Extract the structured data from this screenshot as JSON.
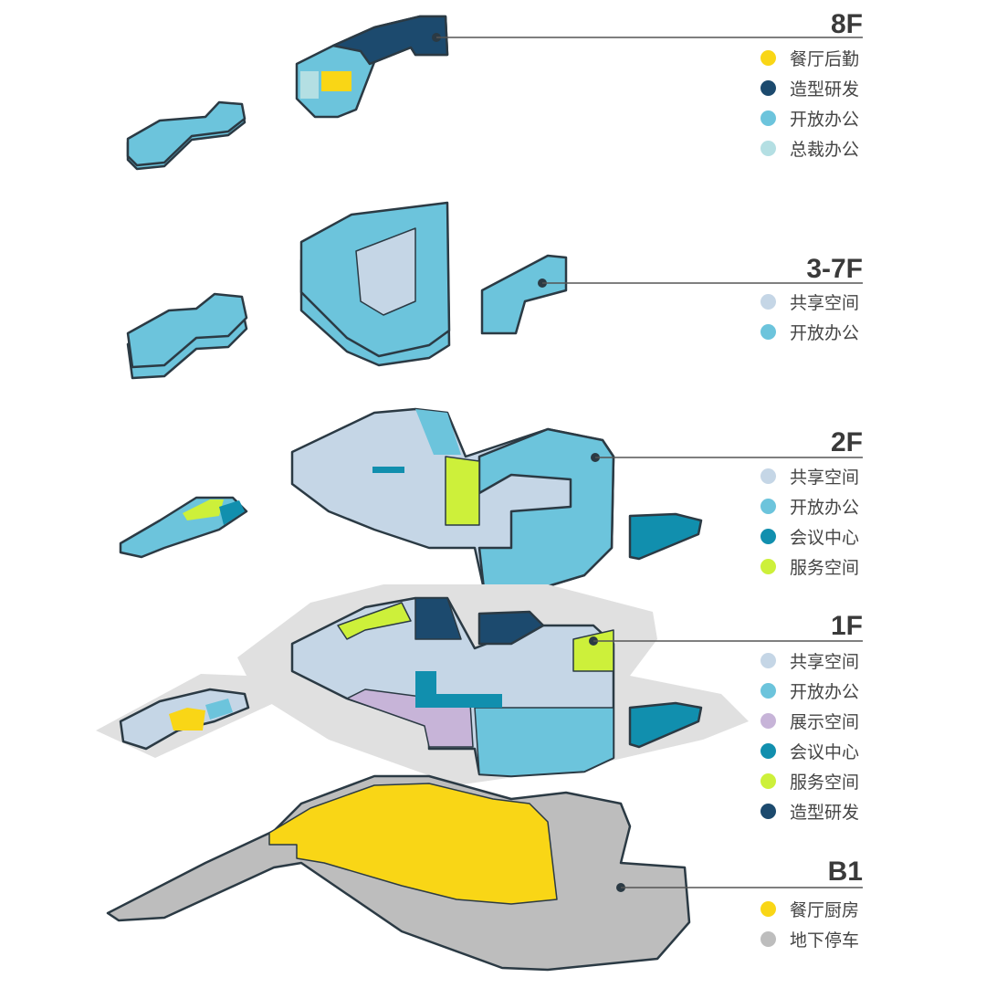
{
  "colors": {
    "yellow": "#f9d616",
    "navy": "#1c4a6e",
    "open_office": "#6cc4dc",
    "executive": "#b4dfe3",
    "shared": "#c5d6e6",
    "meeting": "#118fae",
    "service": "#cdf03a",
    "display": "#c7b4d8",
    "parking": "#bdbdbd"
  },
  "floors": [
    {
      "id": "8F",
      "title": "8F",
      "legend": [
        {
          "label": "餐厅后勤",
          "color": "#f9d616"
        },
        {
          "label": "造型研发",
          "color": "#1c4a6e"
        },
        {
          "label": "开放办公",
          "color": "#6cc4dc"
        },
        {
          "label": "总裁办公",
          "color": "#b4dfe3"
        }
      ]
    },
    {
      "id": "3-7F",
      "title": "3-7F",
      "legend": [
        {
          "label": "共享空间",
          "color": "#c5d6e6"
        },
        {
          "label": "开放办公",
          "color": "#6cc4dc"
        }
      ]
    },
    {
      "id": "2F",
      "title": "2F",
      "legend": [
        {
          "label": "共享空间",
          "color": "#c5d6e6"
        },
        {
          "label": "开放办公",
          "color": "#6cc4dc"
        },
        {
          "label": "会议中心",
          "color": "#118fae"
        },
        {
          "label": "服务空间",
          "color": "#cdf03a"
        }
      ]
    },
    {
      "id": "1F",
      "title": "1F",
      "legend": [
        {
          "label": "共享空间",
          "color": "#c5d6e6"
        },
        {
          "label": "开放办公",
          "color": "#6cc4dc"
        },
        {
          "label": "展示空间",
          "color": "#c7b4d8"
        },
        {
          "label": "会议中心",
          "color": "#118fae"
        },
        {
          "label": "服务空间",
          "color": "#cdf03a"
        },
        {
          "label": "造型研发",
          "color": "#1c4a6e"
        }
      ]
    },
    {
      "id": "B1",
      "title": "B1",
      "legend": [
        {
          "label": "餐厅厨房",
          "color": "#f9d616"
        },
        {
          "label": "地下停车",
          "color": "#bdbdbd"
        }
      ]
    }
  ]
}
